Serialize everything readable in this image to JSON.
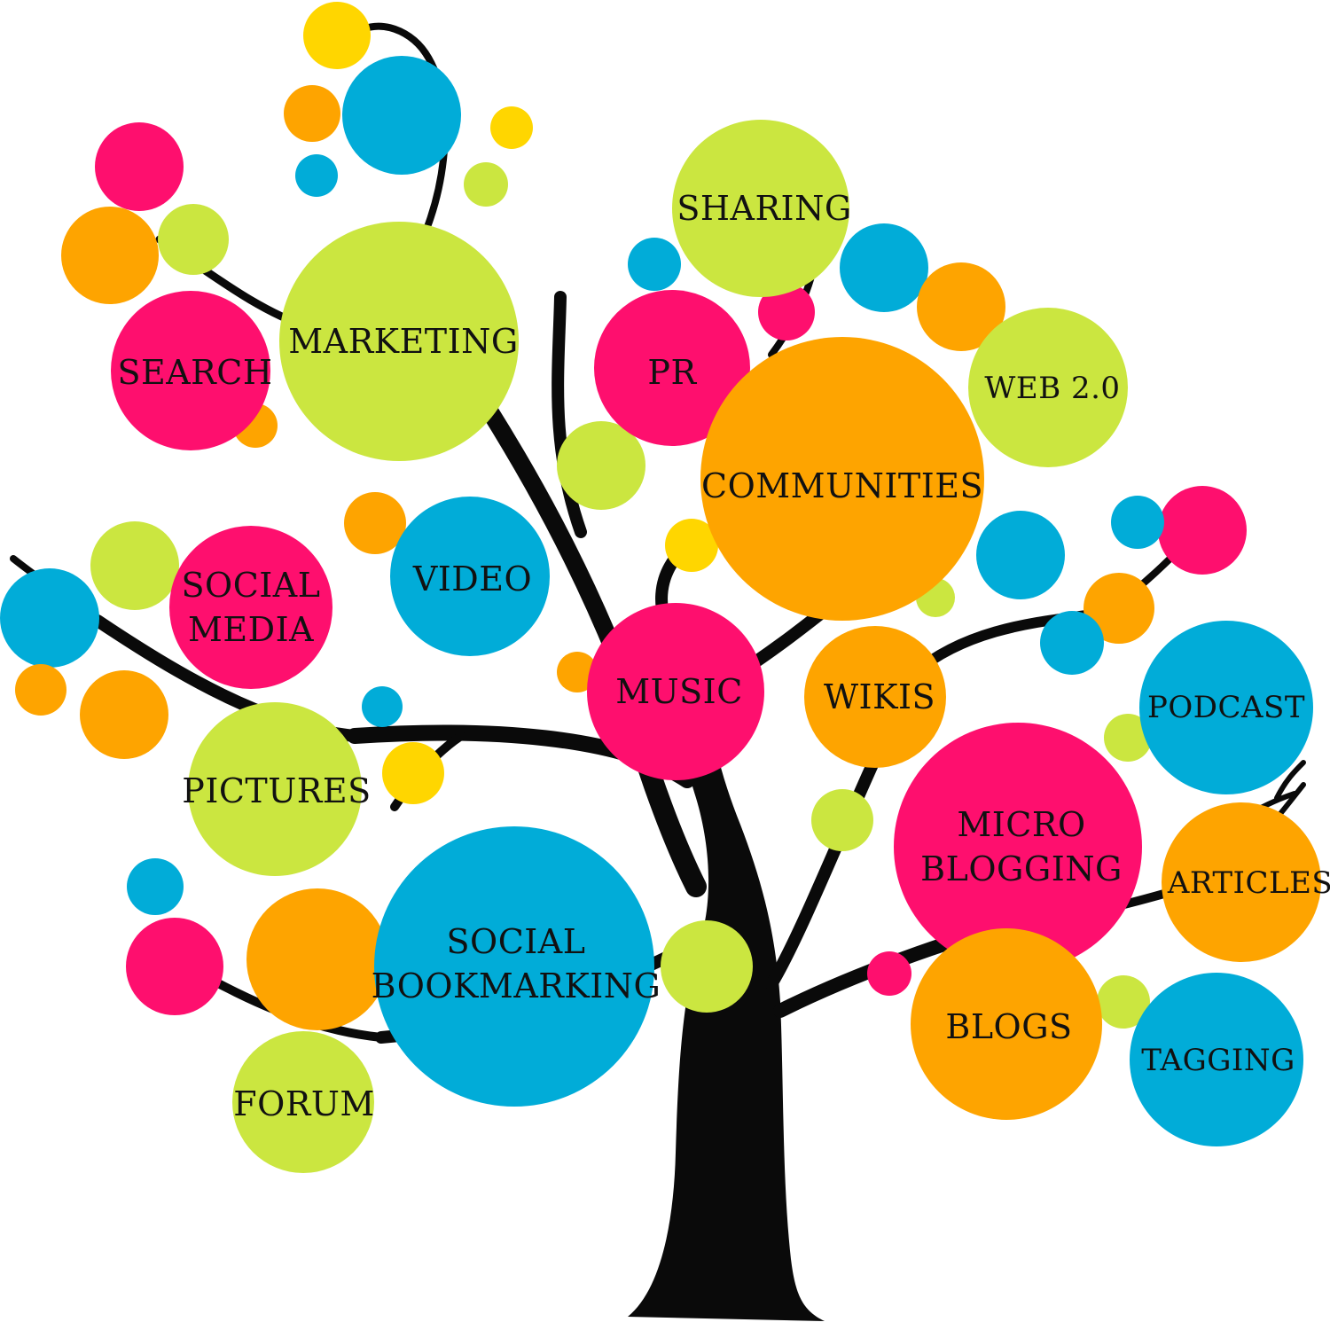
{
  "colors": {
    "pink": "#FE0F6E",
    "lime": "#CBE640",
    "blue": "#01ACD8",
    "orange": "#FEA400",
    "yellow": "#FFD600",
    "trunk": "#0A0A0A"
  },
  "topics": [
    {
      "key": "sharing",
      "lines": [
        "SHARING"
      ],
      "color": "lime"
    },
    {
      "key": "marketing",
      "lines": [
        "MARKETING"
      ],
      "color": "lime"
    },
    {
      "key": "search",
      "lines": [
        "SEARCH"
      ],
      "color": "pink"
    },
    {
      "key": "pr",
      "lines": [
        "PR"
      ],
      "color": "pink"
    },
    {
      "key": "web20",
      "lines": [
        "WEB 2.0"
      ],
      "color": "lime"
    },
    {
      "key": "communities",
      "lines": [
        "COMMUNITIES"
      ],
      "color": "orange"
    },
    {
      "key": "social-media",
      "lines": [
        "SOCIAL",
        "MEDIA"
      ],
      "color": "pink"
    },
    {
      "key": "video",
      "lines": [
        "VIDEO"
      ],
      "color": "blue"
    },
    {
      "key": "music",
      "lines": [
        "MUSIC"
      ],
      "color": "pink"
    },
    {
      "key": "wikis",
      "lines": [
        "WIKIS"
      ],
      "color": "orange"
    },
    {
      "key": "podcast",
      "lines": [
        "PODCAST"
      ],
      "color": "blue"
    },
    {
      "key": "pictures",
      "lines": [
        "PICTURES"
      ],
      "color": "lime"
    },
    {
      "key": "micro-blogging",
      "lines": [
        "MICRO",
        "BLOGGING"
      ],
      "color": "pink"
    },
    {
      "key": "articles",
      "lines": [
        "ARTICLES"
      ],
      "color": "orange"
    },
    {
      "key": "social-bookmarking",
      "lines": [
        "SOCIAL",
        "BOOKMARKING"
      ],
      "color": "blue"
    },
    {
      "key": "blogs",
      "lines": [
        "BLOGS"
      ],
      "color": "orange"
    },
    {
      "key": "tagging",
      "lines": [
        "TAGGING"
      ],
      "color": "blue"
    },
    {
      "key": "forum",
      "lines": [
        "FORUM"
      ],
      "color": "lime"
    }
  ],
  "decorative_dots": [
    "yellow",
    "blue",
    "orange",
    "blue",
    "yellow",
    "lime",
    "pink",
    "orange",
    "lime",
    "orange",
    "blue",
    "pink",
    "blue",
    "orange",
    "lime",
    "orange",
    "lime",
    "blue",
    "lime",
    "pink",
    "blue",
    "orange",
    "blue",
    "lime",
    "lime",
    "orange",
    "blue",
    "orange",
    "orange",
    "blue",
    "yellow",
    "orange",
    "blue",
    "pink",
    "orange",
    "lime",
    "lime",
    "pink",
    "lime",
    "yellow",
    "blue"
  ]
}
